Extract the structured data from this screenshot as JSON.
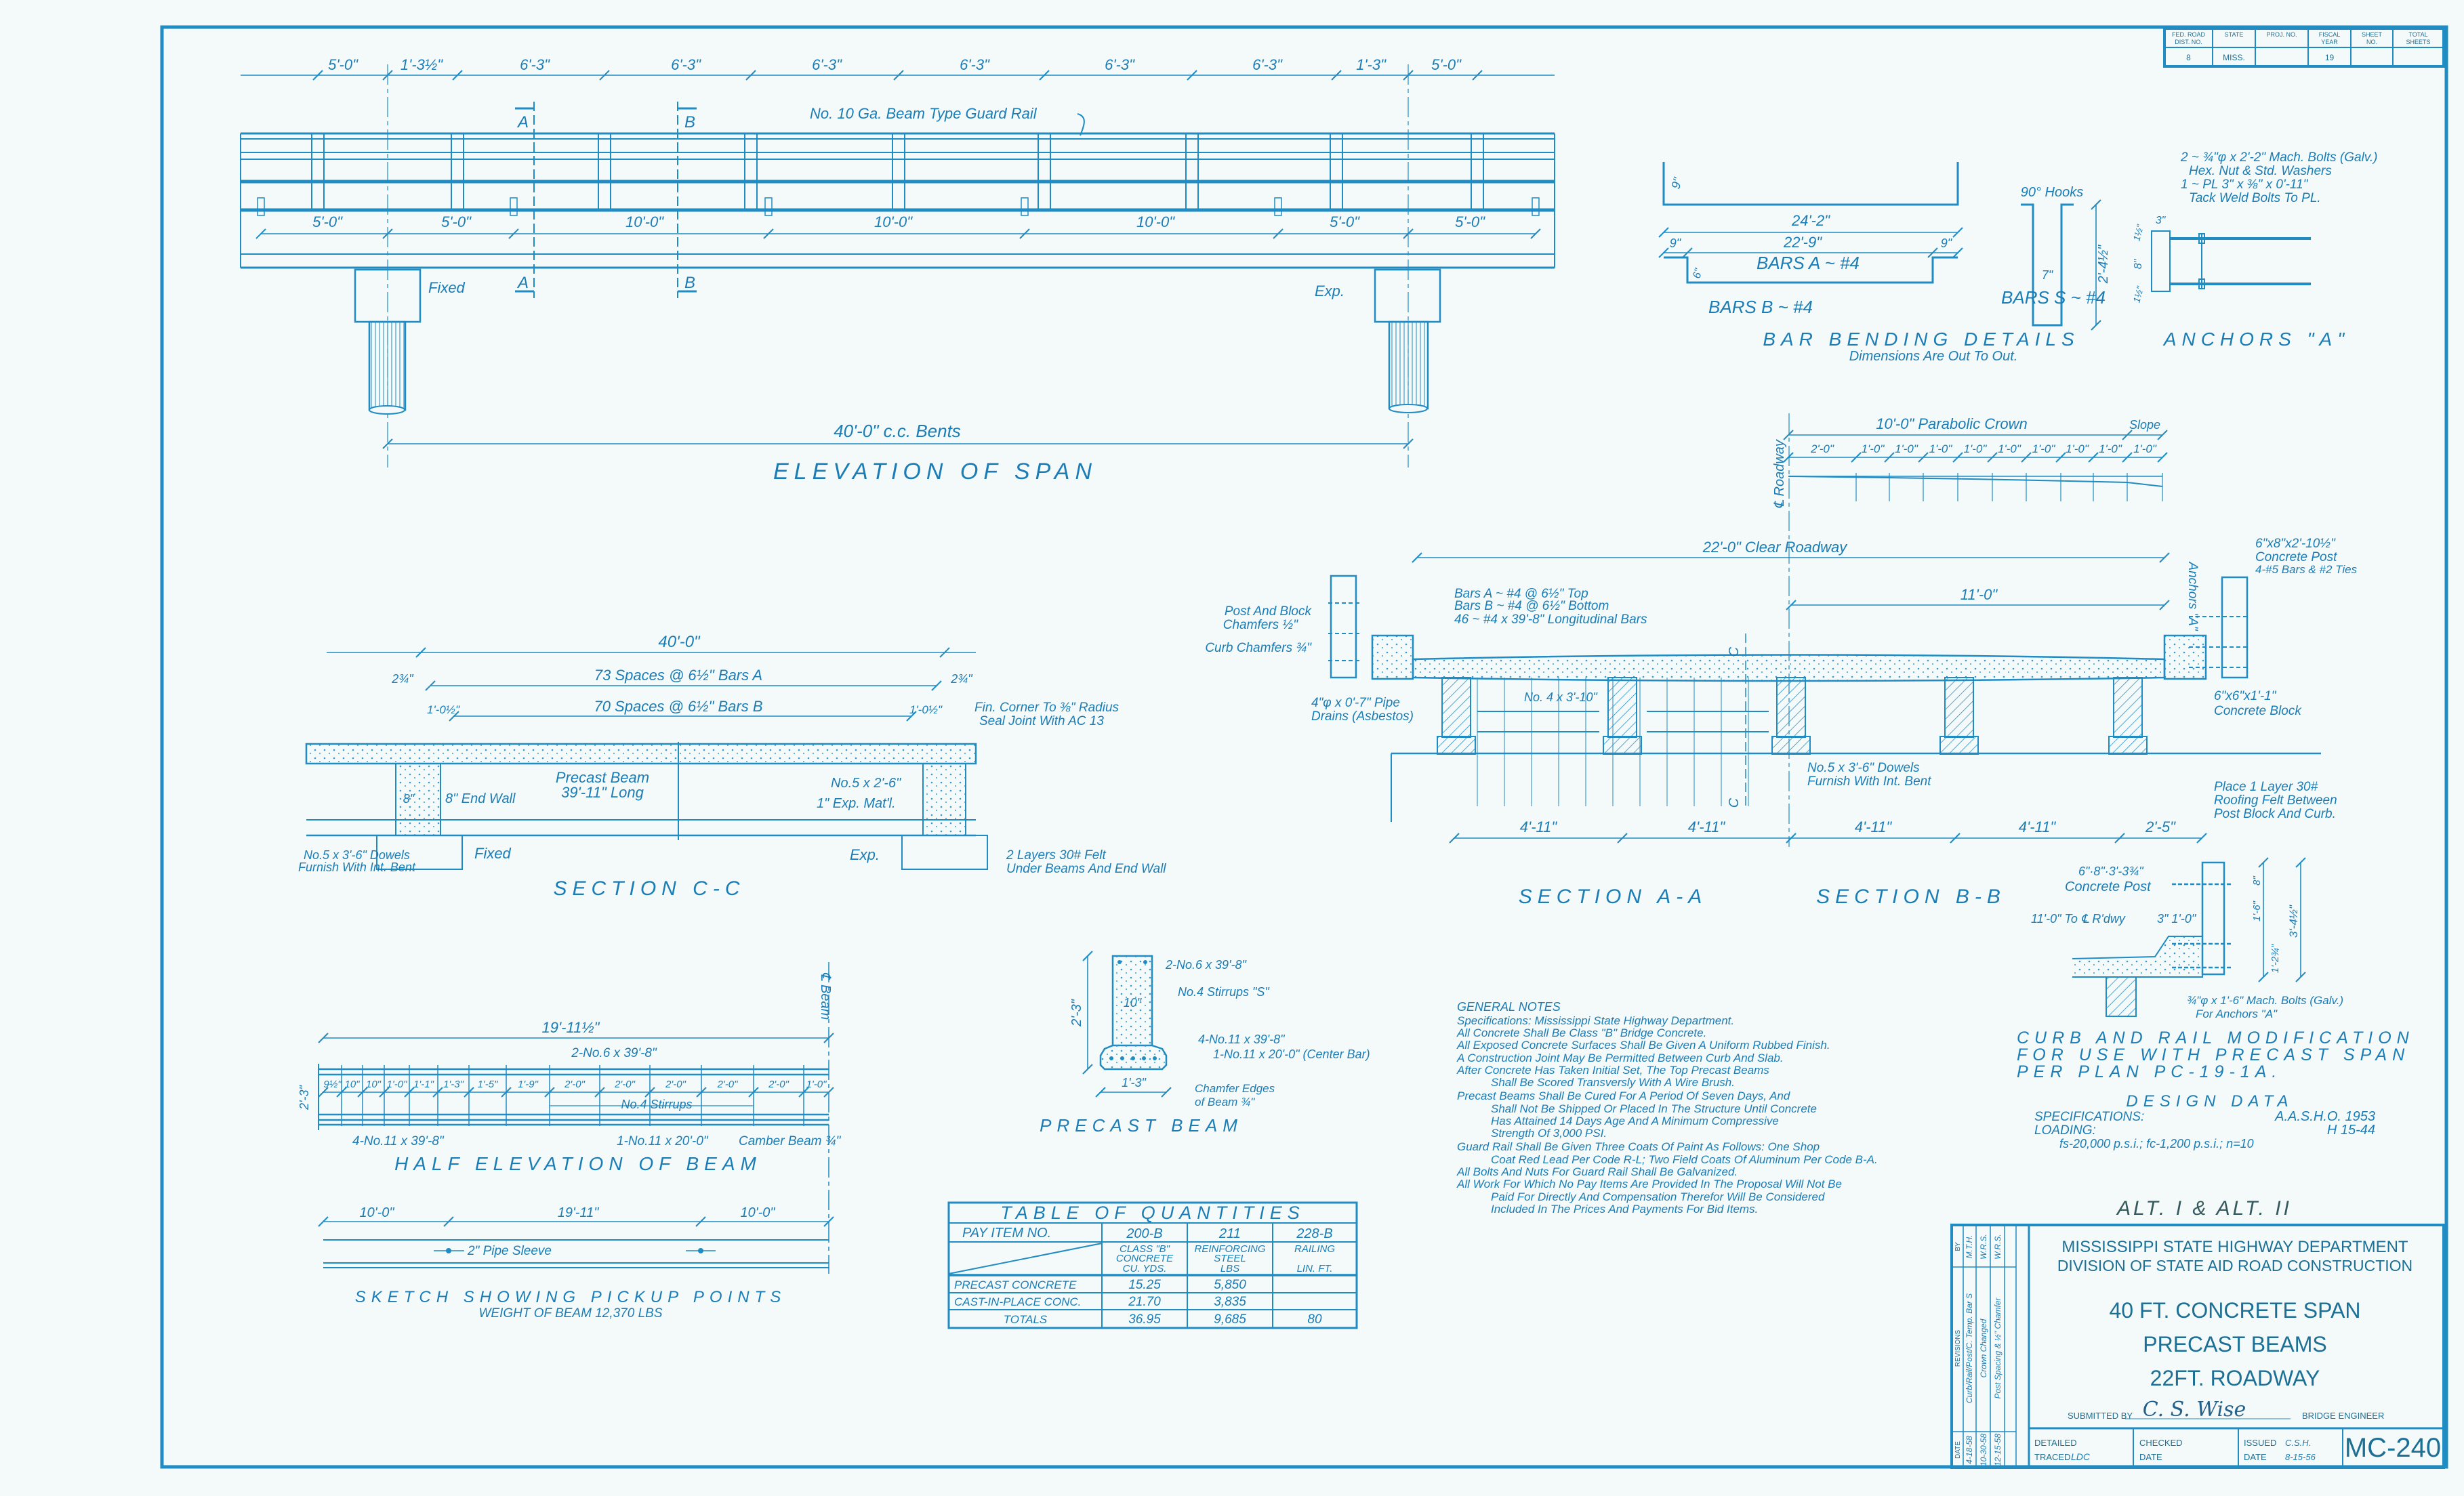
{
  "sheet_header": {
    "columns": [
      [
        "FED. ROAD",
        "DIST. NO."
      ],
      [
        "STATE"
      ],
      [
        "PROJ. NO."
      ],
      [
        "FISCAL",
        "YEAR"
      ],
      [
        "SHEET",
        "NO."
      ],
      [
        "TOTAL",
        "SHEETS"
      ]
    ],
    "values": [
      "8",
      "MISS.",
      "",
      "19",
      "",
      ""
    ]
  },
  "elevation": {
    "title": "ELEVATION OF SPAN",
    "bents_label": "40'-0\" c.c. Bents",
    "guard_rail_label": "No. 10 Ga. Beam Type Guard Rail",
    "fixed_label": "Fixed",
    "exp_label": "Exp.",
    "section_a": "A",
    "section_b": "B",
    "top_dims": [
      "5'-0\"",
      "1'-3½\"",
      "6'-3\"",
      "6'-3\"",
      "6'-3\"",
      "6'-3\"",
      "6'-3\"",
      "6'-3\"",
      "1'-3\"",
      "5'-0\""
    ],
    "bottom_dims": [
      "5'-0\"",
      "5'-0\"",
      "10'-0\"",
      "10'-0\"",
      "10'-0\"",
      "5'-0\"",
      "5'-0\""
    ]
  },
  "bar_bending": {
    "title": "BAR BENDING DETAILS",
    "subtitle": "Dimensions Are Out To Out.",
    "bars_a": "BARS A ~ #4",
    "bars_a_length": "24'-2\"",
    "bars_a_hook": "9\"",
    "bars_b": "BARS B ~ #4",
    "bars_b_length": "22'-9\"",
    "bars_b_end_left": "9\"",
    "bars_b_end_right": "9\"",
    "bars_b_drop": "6\"",
    "bars_s": "BARS S ~ #4",
    "bars_s_hooks": "90° Hooks",
    "bars_s_width": "7\"",
    "bars_s_height": "2'-4½\""
  },
  "anchors": {
    "title": "ANCHORS \"A\"",
    "notes": [
      "2 ~ ¾\"φ x 2'-2\" Mach. Bolts (Galv.)",
      "Hex. Nut & Std. Washers",
      "1 ~ PL 3\" x ⅜\" x 0'-11\"",
      "Tack Weld Bolts To PL."
    ],
    "dims": [
      "3\"",
      "1½\"",
      "8\"",
      "1½\""
    ]
  },
  "crown": {
    "label": "10'-0\" Parabolic Crown",
    "slope": "Slope",
    "centerline": "℄ Roadway",
    "dims": [
      "2'-0\"",
      "1'-0\"",
      "1'-0\"",
      "1'-0\"",
      "1'-0\"",
      "1'-0\"",
      "1'-0\"",
      "1'-0\"",
      "1'-0\"",
      "1'-0\""
    ]
  },
  "section_ab": {
    "clear_roadway": "22'-0\" Clear Roadway",
    "half_width": "11'-0\"",
    "bars_notes": [
      "Bars A ~ #4 @ 6½\" Top",
      "Bars B ~ #4 @ 6½\" Bottom",
      "46 ~ #4 x 39'-8\" Longitudinal Bars"
    ],
    "post_chamfer": [
      "Post And Block",
      "Chamfers ½\""
    ],
    "curb_chamfer": "Curb Chamfers ¾\"",
    "pipe_drains": [
      "4\"φ x 0'-7\" Pipe",
      "Drains (Asbestos)"
    ],
    "no4_bar": "No. 4 x 3'-10\"",
    "dowels": [
      "No.5 x 3'-6\" Dowels",
      "Furnish With Int. Bent"
    ],
    "post": [
      "6\"x8\"x2'-10½\"",
      "Concrete Post",
      "4-#5 Bars & #2 Ties"
    ],
    "block": [
      "6\"x6\"x1'-1\"",
      "Concrete Block"
    ],
    "felt": [
      "Place 1 Layer 30#",
      "Roofing Felt Between",
      "Post Block And Curb."
    ],
    "anchors_ref": "Anchors \"A\"",
    "section_c": "C",
    "bottom_dims": [
      "4'-11\"",
      "4'-11\"",
      "4'-11\"",
      "4'-11\"",
      "2'-5\""
    ],
    "title_a": "SECTION A-A",
    "title_b": "SECTION B-B"
  },
  "section_cc": {
    "overall": "40'-0\"",
    "end_gap_left": "2¾\"",
    "end_gap_right": "2¾\"",
    "bars_a": "73 Spaces @ 6½\" Bars A",
    "bars_b": "70 Spaces @ 6½\" Bars B",
    "bars_b_end_left": "1'-0½\"",
    "bars_b_end_right": "1'-0½\"",
    "beam": [
      "Precast Beam",
      "39'-11\" Long"
    ],
    "end_wall": "8\" End Wall",
    "wall_thk": "8\"",
    "bar_no5": "No.5 x 2'-6\"",
    "exp_mat": "1\" Exp. Mat'l.",
    "fin_corner": [
      "Fin. Corner To ⅜\" Radius",
      "Seal Joint With AC 13"
    ],
    "dowels": [
      "No.5 x 3'-6\" Dowels",
      "Furnish With Int. Bent"
    ],
    "fixed": "Fixed",
    "exp": "Exp.",
    "felt": [
      "2 Layers 30# Felt",
      "Under Beams And End Wall"
    ],
    "title": "SECTION C-C"
  },
  "half_elevation": {
    "length": "19'-11½\"",
    "top_bars": "2-No.6 x 39'-8\"",
    "stirrup_spacing": [
      "9½\"",
      "10\"",
      "10\"",
      "1'-0\"",
      "1'-1\"",
      "1'-3\"",
      "1'-5\"",
      "1'-9\"",
      "2'-0\"",
      "2'-0\"",
      "2'-0\"",
      "2'-0\"",
      "2'-0\"",
      "1'-0\""
    ],
    "stirrups": "No.4 Stirrups",
    "bottom_bars": "4-No.11 x 39'-8\"",
    "center_bar": "1-No.11 x 20'-0\"",
    "camber": "Camber Beam ¾\"",
    "centerline": "℄ Beam",
    "depth": "2'-3\"",
    "title": "HALF ELEVATION OF BEAM"
  },
  "pickup": {
    "dims": [
      "10'-0\"",
      "19'-11\"",
      "10'-0\""
    ],
    "sleeve": "2\" Pipe Sleeve",
    "title": "SKETCH SHOWING PICKUP POINTS",
    "weight": "WEIGHT OF BEAM 12,370 LBS"
  },
  "precast_beam": {
    "top_bars": "2-No.6 x 39'-8\"",
    "stirrups": "No.4 Stirrups \"S\"",
    "web": "10\"",
    "depth": "2'-3\"",
    "bottom_bars": "4-No.11 x 39'-8\"",
    "center_bar": "1-No.11 x 20'-0\" (Center Bar)",
    "width": "1'-3\"",
    "chamfer": [
      "Chamfer Edges",
      "of Beam ¾\""
    ],
    "title": "PRECAST BEAM"
  },
  "quantities": {
    "title": "TABLE OF QUANTITIES",
    "pay_item_label": "PAY ITEM NO.",
    "columns": [
      {
        "item": "200-B",
        "desc": [
          "CLASS \"B\"",
          "CONCRETE",
          "CU. YDS."
        ]
      },
      {
        "item": "211",
        "desc": [
          "REINFORCING",
          "STEEL",
          "LBS"
        ]
      },
      {
        "item": "228-B",
        "desc": [
          "RAILING",
          "LIN. FT."
        ]
      }
    ],
    "rows": [
      {
        "label": "PRECAST CONCRETE",
        "values": [
          "15.25",
          "5,850",
          ""
        ]
      },
      {
        "label": "CAST-IN-PLACE CONC.",
        "values": [
          "21.70",
          "3,835",
          ""
        ]
      },
      {
        "label": "TOTALS",
        "values": [
          "36.95",
          "9,685",
          "80"
        ]
      }
    ]
  },
  "general_notes": {
    "title": "GENERAL NOTES",
    "lines": [
      "Specifications: Mississippi State Highway Department.",
      "All Concrete Shall Be Class \"B\" Bridge Concrete.",
      "All Exposed Concrete Surfaces Shall Be Given A Uniform Rubbed Finish.",
      "A Construction Joint May Be Permitted Between Curb And Slab.",
      "After Concrete Has Taken Initial Set, The Top Precast Beams",
      "Shall Be Scored Transversly With A Wire Brush.",
      "Precast Beams Shall Be Cured For A Period Of Seven Days, And",
      "Shall Not Be Shipped Or Placed In The Structure Until Concrete",
      "Has Attained 14 Days Age And A Minimum Compressive",
      "Strength Of 3,000 PSI.",
      "Guard Rail Shall Be Given Three Coats Of Paint As Follows: One Shop",
      "Coat Red Lead Per Code R-L; Two Field Coats Of Aluminum Per Code B-A.",
      "All Bolts And Nuts For Guard Rail Shall Be Galvanized.",
      "All Work For Which No Pay Items Are Provided In The Proposal Will Not Be",
      "Paid For Directly And Compensation Therefor Will Be Considered",
      "Included In The Prices And Payments For Bid Items."
    ]
  },
  "curb_rail_mod": {
    "post": [
      "6\"·8\"·3'-3¾\"",
      "Concrete Post"
    ],
    "to_cl": "11'-0\" To ℄ R'dwy",
    "offset": "3\" 1'-0\"",
    "bolts": [
      "¾\"φ x 1'-6\" Mach. Bolts (Galv.)",
      "For Anchors \"A\""
    ],
    "dims": [
      "8\"",
      "1'-6\"",
      "1'-2¾\"",
      "3'-4½\""
    ],
    "title": [
      "CURB AND RAIL MODIFICATION",
      "FOR USE WITH PRECAST SPAN",
      "PER PLAN PC-19-1A."
    ]
  },
  "design_data": {
    "title": "DESIGN DATA",
    "specifications_label": "SPECIFICATIONS:",
    "specifications": "A.A.S.H.O. 1953",
    "loading_label": "LOADING:",
    "loading": "H 15-44",
    "stresses": "fs-20,000 p.s.i.; fc-1,200 p.s.i.; n=10"
  },
  "alt": "ALT. I & ALT. II",
  "title_block": {
    "agency": "MISSISSIPPI STATE HIGHWAY DEPARTMENT",
    "division": "DIVISION OF STATE AID ROAD CONSTRUCTION",
    "title_lines": [
      "40 FT. CONCRETE SPAN",
      "PRECAST BEAMS",
      "22FT. ROADWAY"
    ],
    "submitted_by_label": "SUBMITTED BY",
    "signature": "C. S. Wise",
    "role": "BRIDGE ENGINEER",
    "detailed_label": "DETAILED",
    "traced_label": "TRACED",
    "traced": "LDC",
    "checked_label": "CHECKED",
    "date_label": "DATE",
    "issued_label": "ISSUED",
    "issued": "C.S.H.",
    "issue_date": "8-15-56",
    "drawing_no": "MC-240",
    "revisions": {
      "headers": [
        "DATE",
        "REVISIONS",
        "BY"
      ],
      "entries": [
        {
          "date": "4-18-58",
          "desc": "Curb/Rail/Post/C. Temp. Bar S",
          "by": "M.T.H."
        },
        {
          "date": "10-30-58",
          "desc": "Crown Changed",
          "by": "W.R.S."
        },
        {
          "date": "12-15-58",
          "desc": "Post Spacing & ½\" Chamfer",
          "by": "W.R.S."
        }
      ]
    }
  },
  "colors": {
    "ink": "#1f8cc4",
    "paper": "#f4f9f9",
    "alt_ink": "#35595c"
  }
}
